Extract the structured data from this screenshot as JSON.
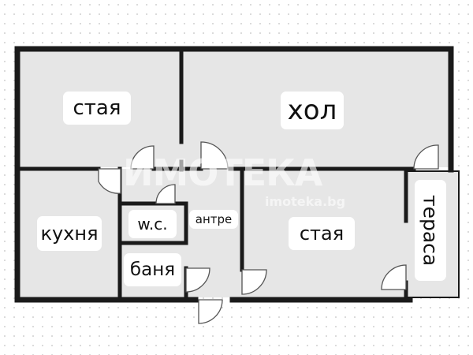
{
  "rooms": {
    "bedroom_1": "стая",
    "living_room": "хол",
    "kitchen": "кухня",
    "wc": "w.c.",
    "bathroom": "баня",
    "hallway": "антре",
    "bedroom_2": "стая",
    "terrace": "тераса"
  },
  "watermark": {
    "brand": "ИМОТЕКА",
    "url": "imoteka.bg"
  },
  "colors": {
    "wall": "#1a1a1a",
    "room_fill": "#e6e6e6",
    "door_line": "#555555"
  }
}
